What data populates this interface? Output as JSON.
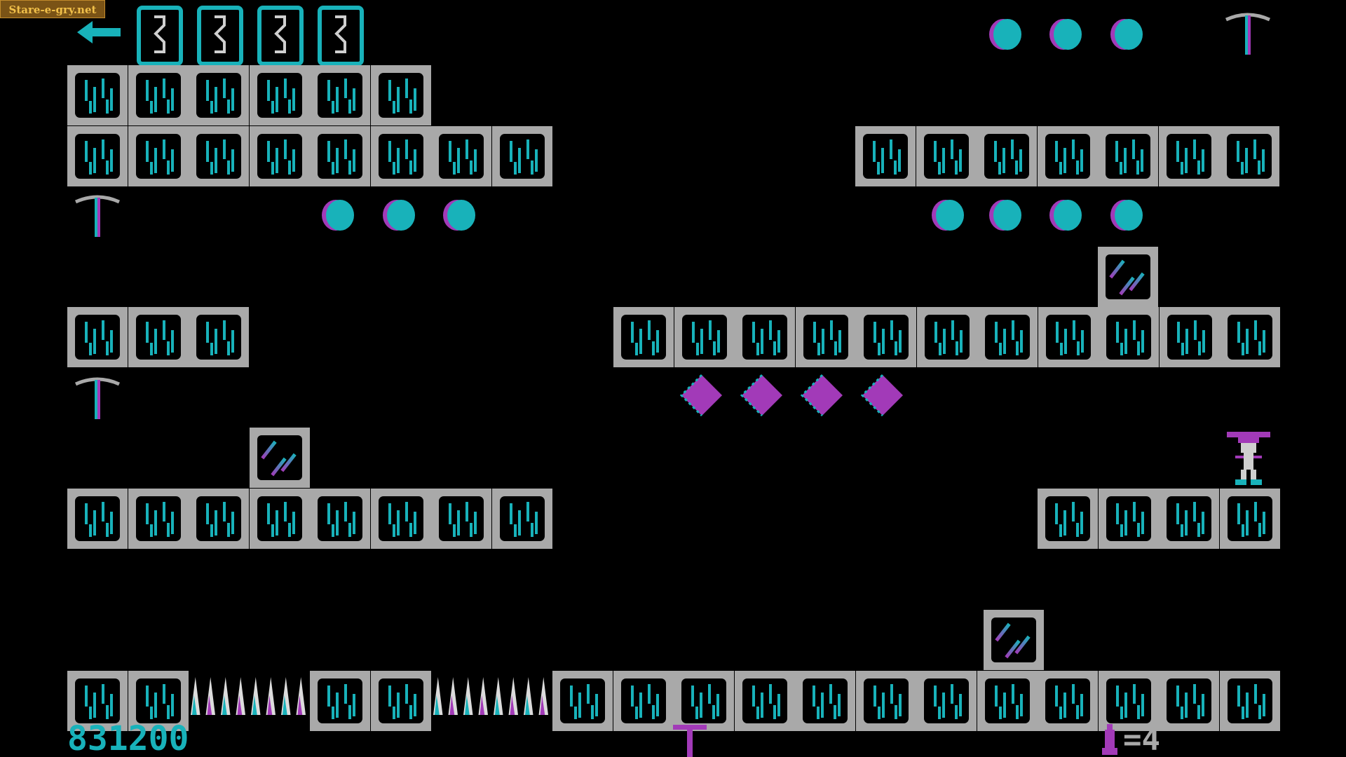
{
  "watermark": "Stare-e-gry.net",
  "hud": {
    "score": "831200",
    "lives_label": "=4",
    "lives": 4
  },
  "colors": {
    "background": "#000000",
    "brick_gray": "#a9a9a9",
    "cyan": "#18b2ba",
    "magenta": "#a23ab8"
  },
  "icons": {
    "exit": "left-arrow-icon",
    "door": "door-icon",
    "gem": "gem-icon",
    "diamond": "diamond-icon",
    "pickaxe": "pickaxe-icon",
    "spikes": "spikes-icon",
    "player": "explorer-player-icon",
    "lives": "explorer-life-icon"
  }
}
